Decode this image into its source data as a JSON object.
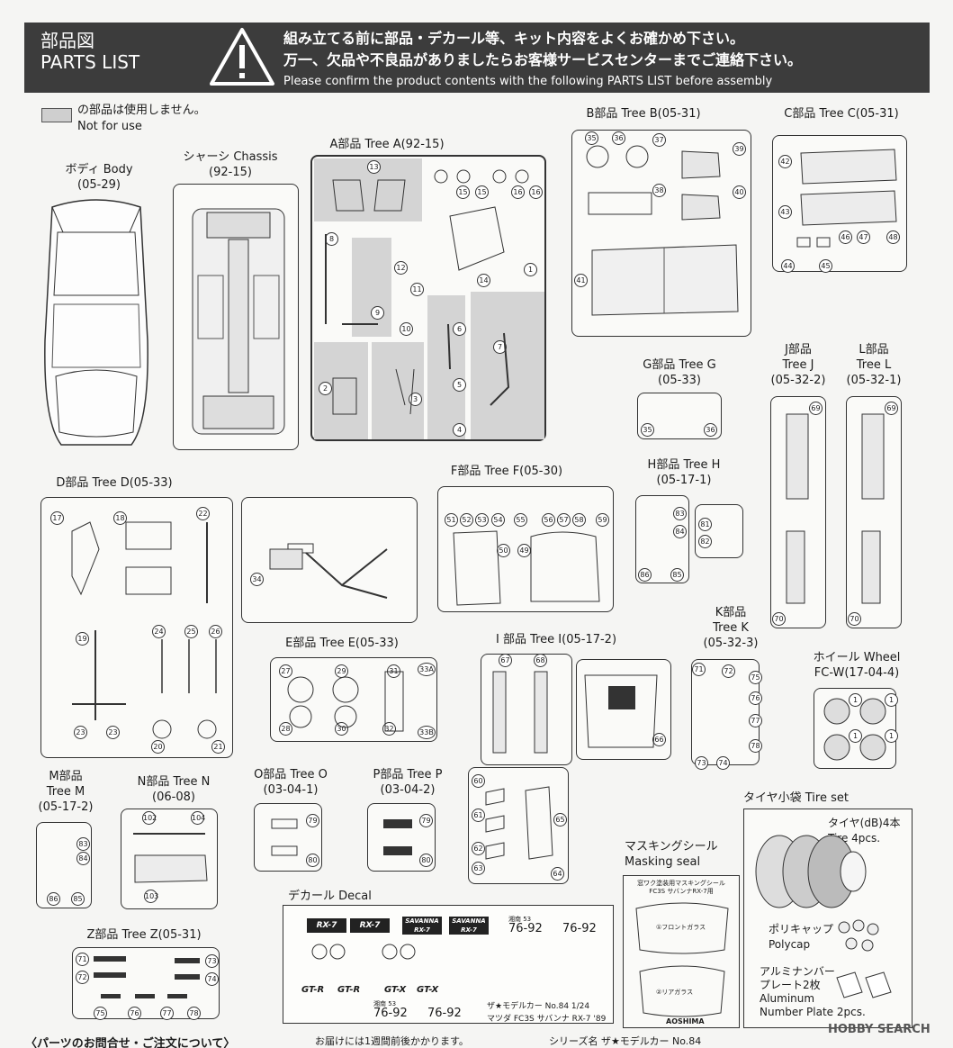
{
  "header": {
    "title_jp": "部品図",
    "title_en": "PARTS LIST",
    "warning_icon": "warning-triangle-icon",
    "line1": "組み立てる前に部品・デカール等、キット内容をよくお確かめ下さい。",
    "line2": "万一、欠品や不良品がありましたらお客様サービスセンターまでご連絡下さい。",
    "line3": "Please confirm the product contents with the following PARTS LIST before assembly"
  },
  "legend": {
    "jp": "の部品は使用しません。",
    "en": "Not for use"
  },
  "labels": {
    "body": [
      "ボディ Body",
      "(05-29)"
    ],
    "chassis": [
      "シャーシ Chassis",
      "(92-15)"
    ],
    "tree_a": [
      "A部品 Tree A(92-15)"
    ],
    "tree_b": [
      "B部品 Tree B(05-31)"
    ],
    "tree_c": [
      "C部品 Tree C(05-31)"
    ],
    "tree_g": [
      "G部品 Tree G",
      "(05-33)"
    ],
    "tree_j": [
      "J部品",
      "Tree J",
      "(05-32-2)"
    ],
    "tree_l": [
      "L部品",
      "Tree L",
      "(05-32-1)"
    ],
    "tree_d": [
      "D部品 Tree D(05-33)"
    ],
    "tree_f": [
      "F部品 Tree F(05-30)"
    ],
    "tree_h": [
      "H部品 Tree H",
      "(05-17-1)"
    ],
    "tree_k": [
      "K部品",
      "Tree K",
      "(05-32-3)"
    ],
    "wheel": [
      "ホイール Wheel",
      "FC-W(17-04-4)"
    ],
    "tree_e": [
      "E部品 Tree E(05-33)"
    ],
    "tree_i": [
      "I 部品 Tree I(05-17-2)"
    ],
    "tree_m": [
      "M部品",
      "Tree M",
      "(05-17-2)"
    ],
    "tree_n": [
      "N部品 Tree N",
      "(06-08)"
    ],
    "tree_o": [
      "O部品 Tree O",
      "(03-04-1)"
    ],
    "tree_p": [
      "P部品 Tree P",
      "(03-04-2)"
    ],
    "tire_set": [
      "タイヤ小袋 Tire set"
    ],
    "tire": [
      "タイヤ(dB)4本",
      "Tire 4pcs."
    ],
    "polycap": [
      "ポリキャップ",
      "Polycap"
    ],
    "plate": [
      "アルミナンバー",
      "プレート2枚",
      "Aluminum",
      "Number Plate 2pcs."
    ],
    "masking": [
      "マスキングシール",
      "Masking seal"
    ],
    "decal": [
      "デカール Decal"
    ],
    "tree_z": [
      "Z部品 Tree Z(05-31)"
    ]
  },
  "masking_sheet": {
    "title": "窓ワク塗装用マスキングシール",
    "subtitle": "FC3S サバンナRX-7用",
    "front": "①フロントガラス",
    "rear": "②リアガラス"
  },
  "decal_sheet": {
    "logos": [
      "RX-7",
      "RX-7",
      "SAVANNA RX-7",
      "SAVANNA RX-7"
    ],
    "plates": [
      "76-92",
      "76-92",
      "76-92",
      "76-92"
    ],
    "plate_prefix": "湘南 53",
    "grades": [
      "GT-R",
      "GT-R",
      "GT-X",
      "GT-X"
    ],
    "caption1": "ザ★モデルカー No.84 1/24",
    "caption2": "マツダ FC3S サバンナ RX-7 '89"
  },
  "footer": {
    "left": "〈パーツのお問合せ・ご注文について〉",
    "middle": "お届けには1週間前後かかります。",
    "right": "シリーズ名 ザ★モデルカー No.84",
    "brand": "AOSHIMA",
    "watermark": "HOBBY SEARCH"
  },
  "part_numbers": {
    "a": [
      "13",
      "15",
      "15",
      "16",
      "16",
      "8",
      "12",
      "11",
      "9",
      "10",
      "14",
      "2",
      "3",
      "4",
      "5",
      "6",
      "7",
      "1"
    ],
    "b": [
      "35",
      "36",
      "37",
      "38",
      "39",
      "40",
      "41"
    ],
    "c": [
      "42",
      "43",
      "44",
      "45",
      "46",
      "47",
      "48"
    ],
    "d": [
      "17",
      "18",
      "19",
      "20",
      "21",
      "22",
      "23",
      "23",
      "24",
      "25",
      "26",
      "34"
    ],
    "e": [
      "27",
      "28",
      "29",
      "30",
      "31",
      "32",
      "33A",
      "33B"
    ],
    "f": [
      "50",
      "51",
      "52",
      "53",
      "54",
      "55",
      "56",
      "57",
      "58",
      "59",
      "49"
    ],
    "g": [
      "35",
      "36"
    ],
    "h": [
      "81",
      "82",
      "83",
      "84",
      "85",
      "86"
    ],
    "i": [
      "60",
      "61",
      "62",
      "63",
      "64",
      "65",
      "66",
      "67",
      "68"
    ],
    "j": [
      "69",
      "70"
    ],
    "k": [
      "71",
      "72",
      "73",
      "74",
      "75",
      "76",
      "77",
      "78"
    ],
    "l": [
      "69",
      "70"
    ],
    "m": [
      "83",
      "84",
      "85",
      "86"
    ],
    "n": [
      "102",
      "103",
      "104"
    ],
    "o": [
      "79",
      "80"
    ],
    "p": [
      "79",
      "80"
    ],
    "wheel": [
      "1",
      "1",
      "1",
      "1"
    ],
    "z": [
      "71",
      "72",
      "73",
      "74",
      "75",
      "76",
      "77",
      "78"
    ]
  }
}
